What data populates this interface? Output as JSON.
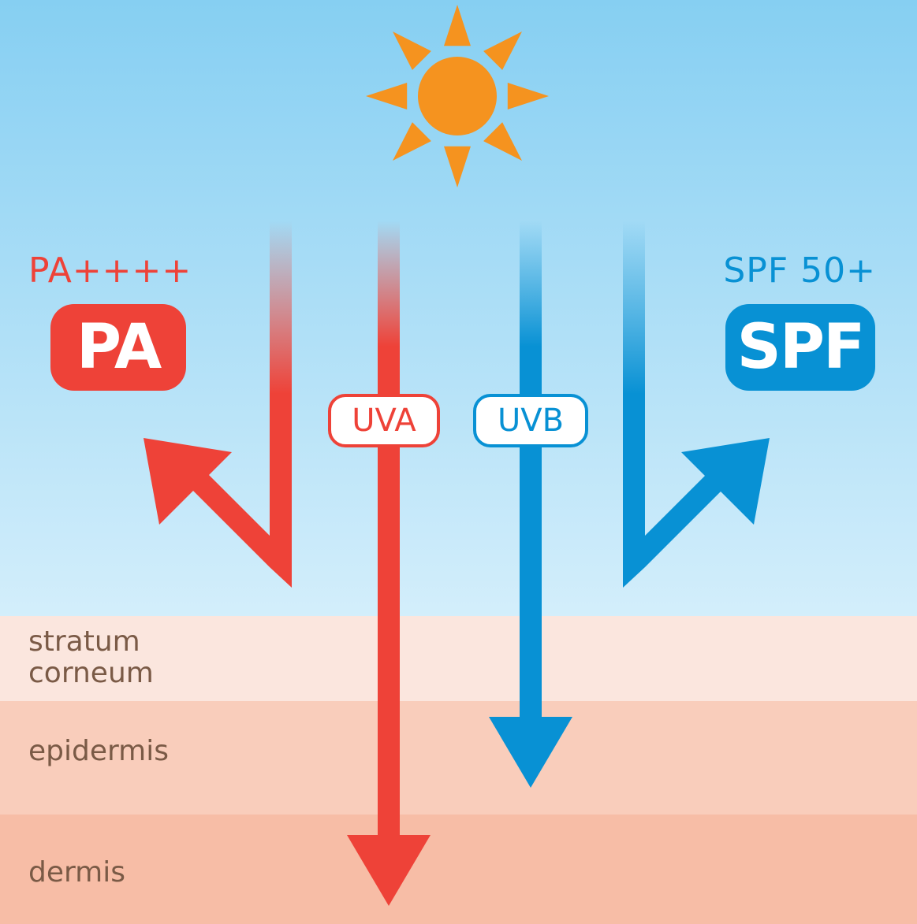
{
  "uva": {
    "rating": "PA++++",
    "badge": "PA",
    "ray_label": "UVA",
    "color": "#ee4238"
  },
  "uvb": {
    "rating": "SPF 50+",
    "badge": "SPF",
    "ray_label": "UVB",
    "color": "#0891d4"
  },
  "sun_color": "#f5931f",
  "sky_colors": [
    "#86cff2",
    "#d3eefb"
  ],
  "skin_layers": [
    {
      "name": "stratum\ncorneum",
      "color": "#fbe6de"
    },
    {
      "name": "epidermis",
      "color": "#f9cdbb"
    },
    {
      "name": "dermis",
      "color": "#f7bda6"
    }
  ],
  "label_color": "#7a5a46"
}
